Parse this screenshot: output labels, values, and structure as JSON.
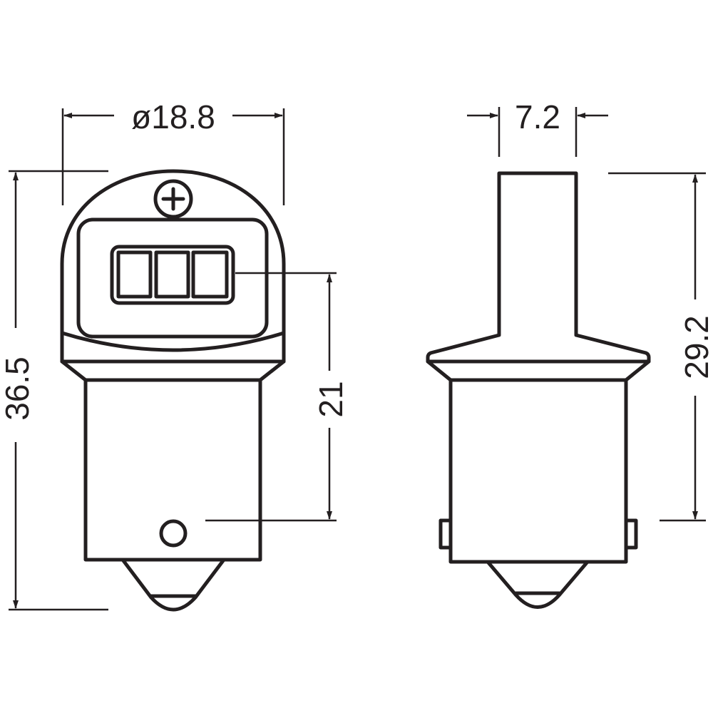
{
  "title": "Bulb dimension drawing",
  "dimensions": {
    "diameter": "ø18.8",
    "total_height": "36.5",
    "led_height": "21",
    "stem_width": "7.2",
    "side_height": "29.2"
  },
  "symbols": {
    "polarity": "+"
  },
  "colors": {
    "line": "#231f20",
    "background": "#ffffff"
  }
}
